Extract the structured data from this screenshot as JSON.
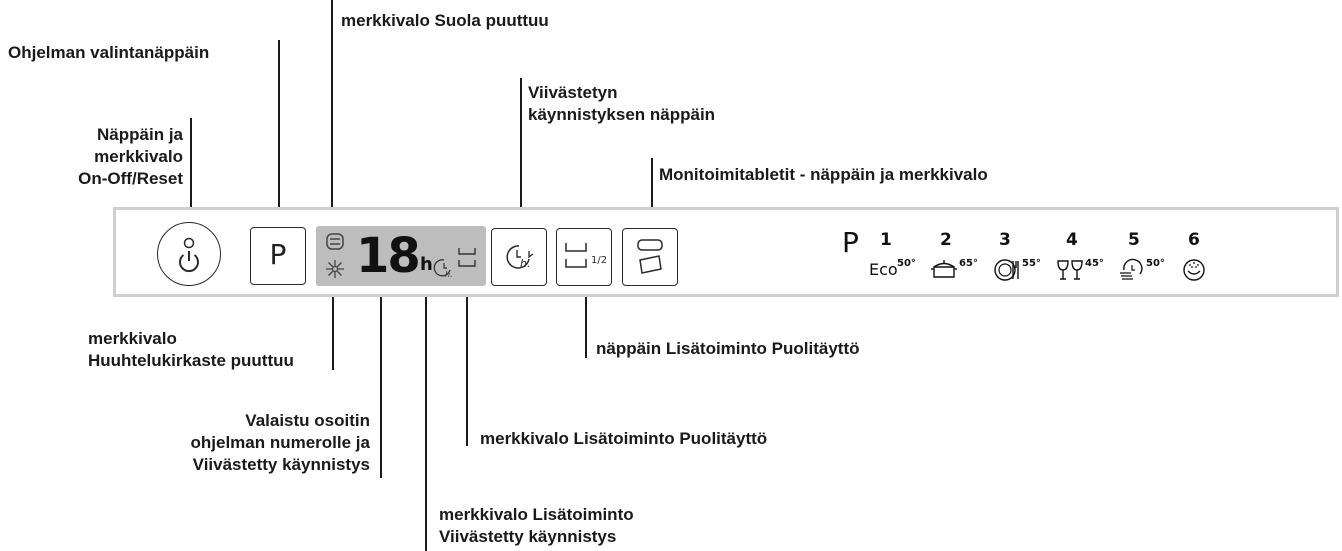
{
  "labels": {
    "suola": "merkkivalo Suola puuttuu",
    "ohjelman_valinta": "Ohjelman valintanäppäin",
    "viivastetyn": [
      "Viivästetyn",
      "käynnistyksen näppäin"
    ],
    "napin_on_off": [
      "Näppäin ja",
      "merkkivalo",
      "On-Off/Reset"
    ],
    "monitoimi": "Monitoimitabletit - näppäin ja merkkivalo",
    "huuhtelu": [
      "merkkivalo",
      "Huuhtelukirkaste puuttuu"
    ],
    "puolitaytto_nappain": "näppäin Lisätoiminto Puolitäyttö",
    "valaistu": [
      "Valaistu osoitin",
      "ohjelman numerolle ja",
      "Viivästetty käynnistys"
    ],
    "puolitaytto_merkkivalo": "merkkivalo Lisätoiminto Puolitäyttö",
    "viivastetty_merkkivalo": [
      "merkkivalo Lisätoiminto",
      "Viivästetty käynnistys"
    ]
  },
  "panel": {
    "p_key": "P",
    "display_digits": "18",
    "display_unit": "h",
    "half_load_text": "1/2",
    "program_letter": "P",
    "programs": [
      {
        "number": "1",
        "prefix": "Eco",
        "temp": "50°",
        "icon": "eco-icon"
      },
      {
        "number": "2",
        "prefix": "",
        "temp": "65°",
        "icon": "pot-icon"
      },
      {
        "number": "3",
        "prefix": "",
        "temp": "55°",
        "icon": "plate-cutlery-icon"
      },
      {
        "number": "4",
        "prefix": "",
        "temp": "45°",
        "icon": "glasses-icon"
      },
      {
        "number": "5",
        "prefix": "",
        "temp": "50°",
        "icon": "quick-wash-icon"
      },
      {
        "number": "6",
        "prefix": "",
        "temp": "",
        "icon": "soak-icon"
      }
    ]
  }
}
